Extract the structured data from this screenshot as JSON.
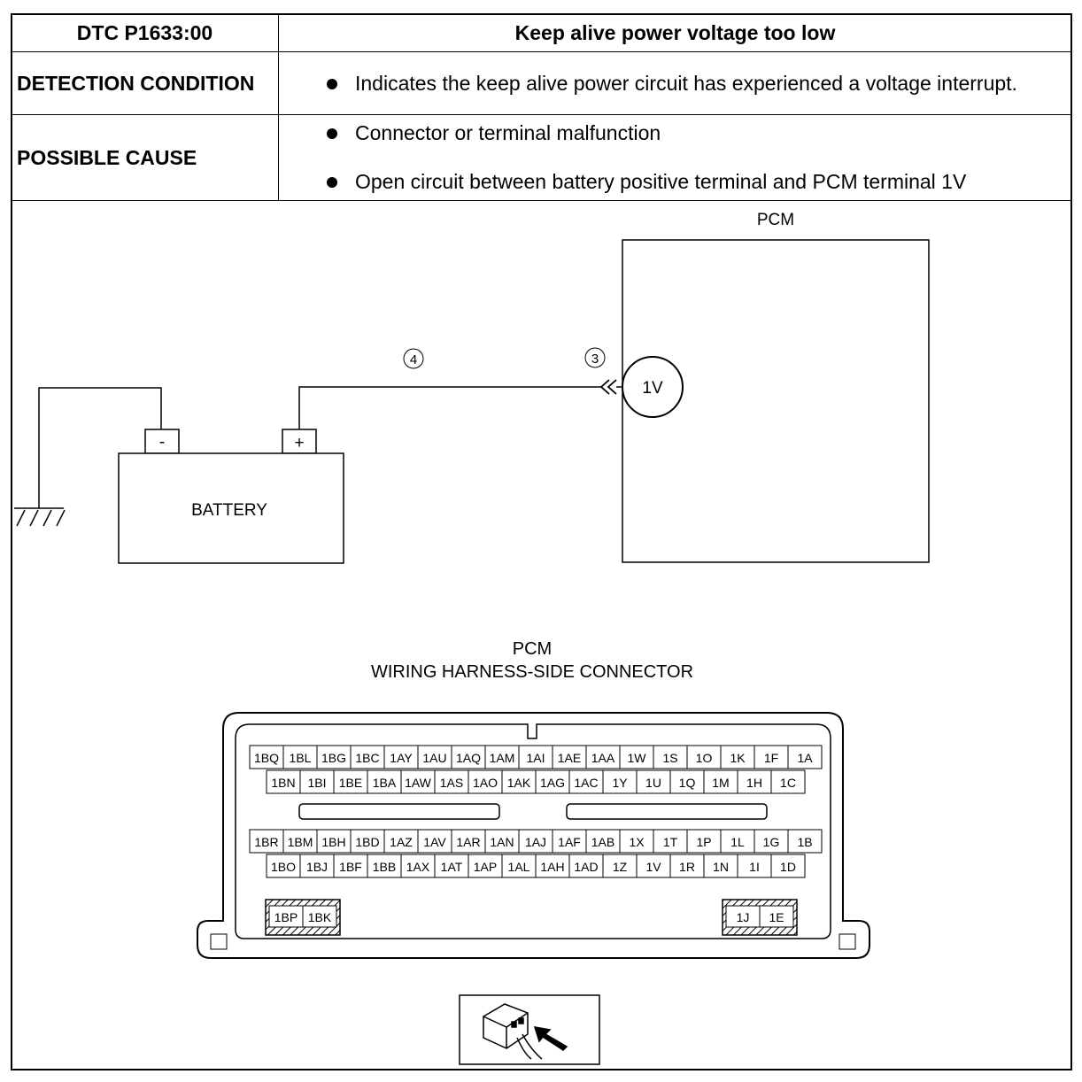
{
  "header": {
    "dtc_code": "DTC P1633:00",
    "dtc_description": "Keep alive power voltage too low"
  },
  "rows": [
    {
      "label": "DETECTION CONDITION",
      "items": [
        "Indicates the keep alive power circuit has experienced a voltage interrupt."
      ]
    },
    {
      "label": "POSSIBLE CAUSE",
      "items": [
        "Connector or terminal malfunction",
        "Open circuit between battery positive terminal and PCM terminal 1V"
      ]
    }
  ],
  "schematic": {
    "pcm_label": "PCM",
    "battery_label": "BATTERY",
    "battery_neg": "-",
    "battery_pos": "+",
    "pcm_terminal": "1V",
    "callout_wire": "4",
    "callout_connector": "3"
  },
  "connector": {
    "title": "PCM",
    "subtitle": "WIRING HARNESS-SIDE CONNECTOR",
    "upper_row1": [
      "1BQ",
      "1BL",
      "1BG",
      "1BC",
      "1AY",
      "1AU",
      "1AQ",
      "1AM",
      "1AI",
      "1AE",
      "1AA",
      "1W",
      "1S",
      "1O",
      "1K",
      "1F",
      "1A"
    ],
    "upper_row2": [
      "1BN",
      "1BI",
      "1BE",
      "1BA",
      "1AW",
      "1AS",
      "1AO",
      "1AK",
      "1AG",
      "1AC",
      "1Y",
      "1U",
      "1Q",
      "1M",
      "1H",
      "1C"
    ],
    "lower_row1": [
      "1BR",
      "1BM",
      "1BH",
      "1BD",
      "1AZ",
      "1AV",
      "1AR",
      "1AN",
      "1AJ",
      "1AF",
      "1AB",
      "1X",
      "1T",
      "1P",
      "1L",
      "1G",
      "1B"
    ],
    "lower_row2": [
      "1BO",
      "1BJ",
      "1BF",
      "1BB",
      "1AX",
      "1AT",
      "1AP",
      "1AL",
      "1AH",
      "1AD",
      "1Z",
      "1V",
      "1R",
      "1N",
      "1I",
      "1D"
    ],
    "left_pins": [
      "1BP",
      "1BK"
    ],
    "right_pins": [
      "1J",
      "1E"
    ]
  },
  "colors": {
    "line": "#000000",
    "background": "#ffffff"
  },
  "icons": [
    "ground-icon",
    "connector-inspection-icon"
  ]
}
